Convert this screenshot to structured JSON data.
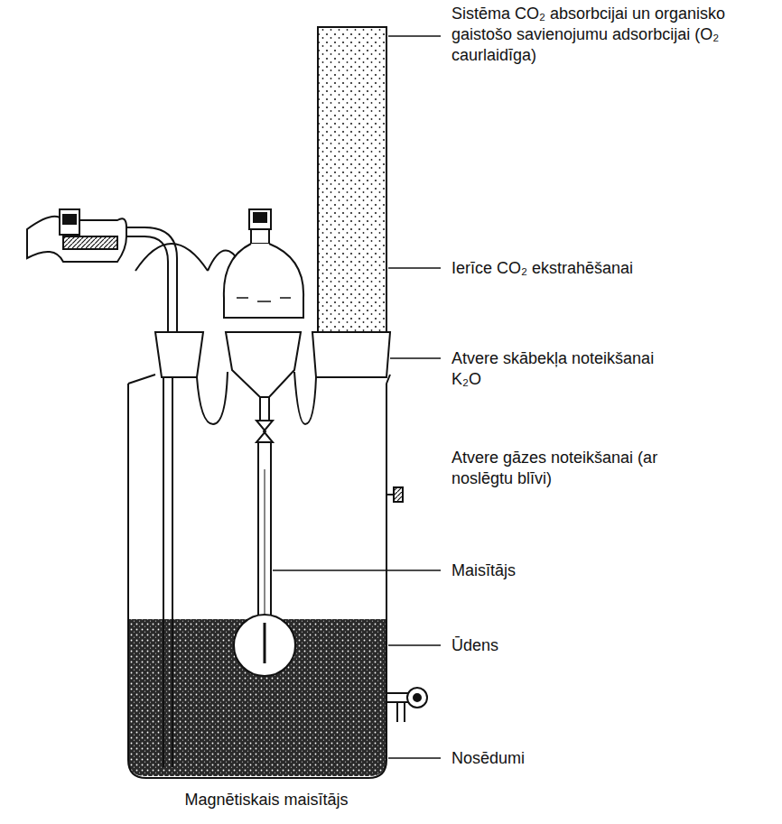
{
  "diagram": {
    "labels": [
      "Sistēma CO₂ absorbcijai un organisko gaistošo savienojumu adsorbcijai (O₂ caurlaidīga)",
      "Ierīce CO₂ ekstrahēšanai",
      "Atvere skābekļa noteikšanai K₂O",
      "Atvere gāzes noteikšanai (ar noslēgtu blīvi)",
      "Maisītājs",
      "Ūdens",
      "Nosēdumi",
      "Magnētiskais maisītājs"
    ]
  }
}
